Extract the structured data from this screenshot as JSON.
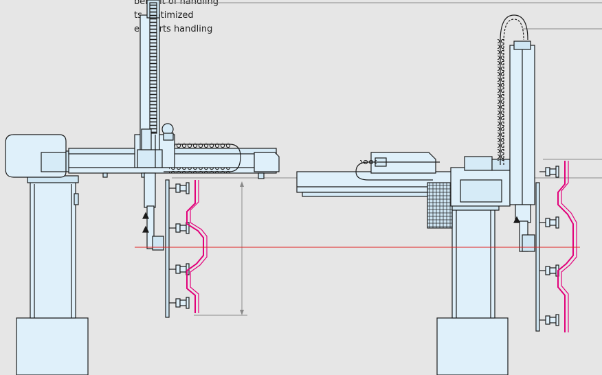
{
  "caption": {
    "lines": [
      "benefit of handling",
      "ts, Optimized",
      "ed parts handling"
    ]
  },
  "colors": {
    "background": "#e6e6e6",
    "body_fill": "#dff0fa",
    "outline": "#1a1a1a",
    "part_profile": "#e2007a",
    "reference_line": "#e02020",
    "dimension_line": "#8a8a8a"
  },
  "diagram": {
    "left_robot": {
      "name": "left-gantry-robot",
      "vacuum_cups": 4
    },
    "right_robot": {
      "name": "right-gantry-robot",
      "vacuum_cups": 4
    }
  }
}
